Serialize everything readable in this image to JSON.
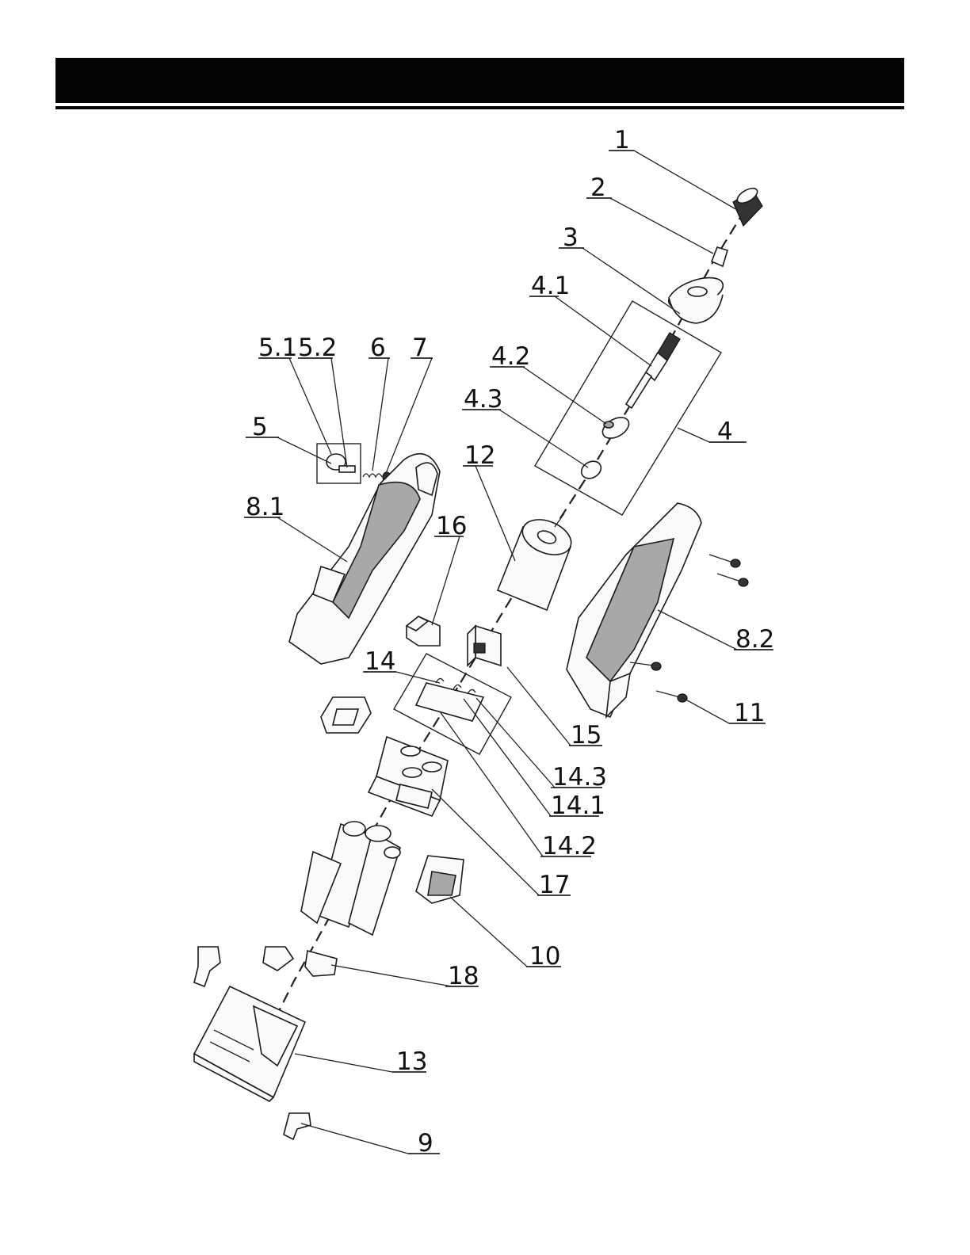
{
  "header": {
    "color": "#050505"
  },
  "labels": {
    "p1": "1",
    "p2": "2",
    "p3": "3",
    "p4": "4",
    "p4_1": "4.1",
    "p4_2": "4.2",
    "p4_3": "4.3",
    "p5": "5",
    "p5_1": "5.1",
    "p5_2": "5.2",
    "p6": "6",
    "p7": "7",
    "p8_1": "8.1",
    "p8_2": "8.2",
    "p9": "9",
    "p10": "10",
    "p11": "11",
    "p12": "12",
    "p13": "13",
    "p14": "14",
    "p14_1": "14.1",
    "p14_2": "14.2",
    "p14_3": "14.3",
    "p15": "15",
    "p16": "16",
    "p17": "17",
    "p18": "18"
  }
}
